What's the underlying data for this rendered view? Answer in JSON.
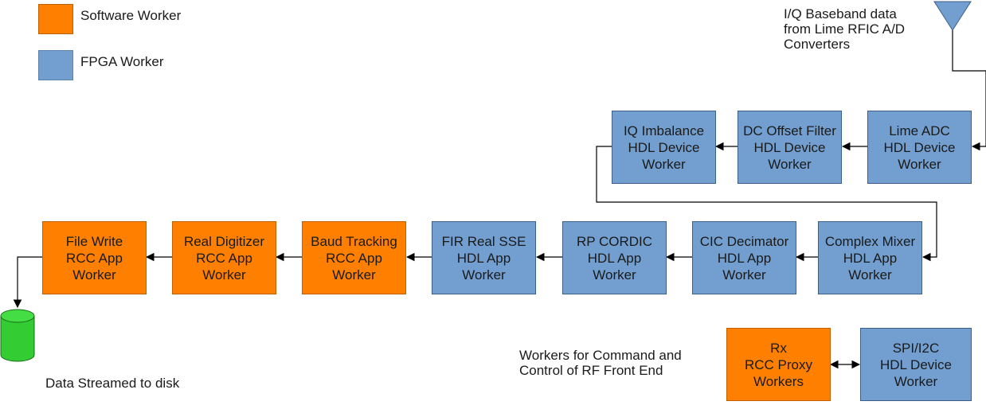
{
  "legend": {
    "software_label": "Software Worker",
    "fpga_label": "FPGA Worker",
    "software_color": "#ff8000",
    "fpga_color": "#729fcf"
  },
  "antenna": {
    "label": "I/Q Baseband data\nfrom Lime RFIC A/D\nConverters"
  },
  "row1": {
    "lime_adc": "Lime ADC\nHDL Device\nWorker",
    "dc_offset": "DC Offset Filter\nHDL Device\nWorker",
    "iq_imbalance": "IQ Imbalance\nHDL Device\nWorker"
  },
  "row2": {
    "complex_mixer": "Complex Mixer\nHDL App\nWorker",
    "cic_decimator": "CIC Decimator\nHDL App\nWorker",
    "rp_cordic": "RP CORDIC\nHDL App\nWorker",
    "fir_real_sse": "FIR Real SSE\nHDL App\nWorker",
    "baud_tracking": "Baud Tracking\nRCC App\nWorker",
    "real_digitizer": "Real Digitizer\nRCC App\nWorker",
    "file_write": "File Write\nRCC App\nWorker"
  },
  "disk": {
    "label": "Data Streamed to disk"
  },
  "control": {
    "label": "Workers for Command and\nControl of RF Front End",
    "rx_proxy": "Rx\nRCC Proxy\nWorkers",
    "spi_i2c": "SPI/I2C\nHDL Device\nWorker"
  }
}
